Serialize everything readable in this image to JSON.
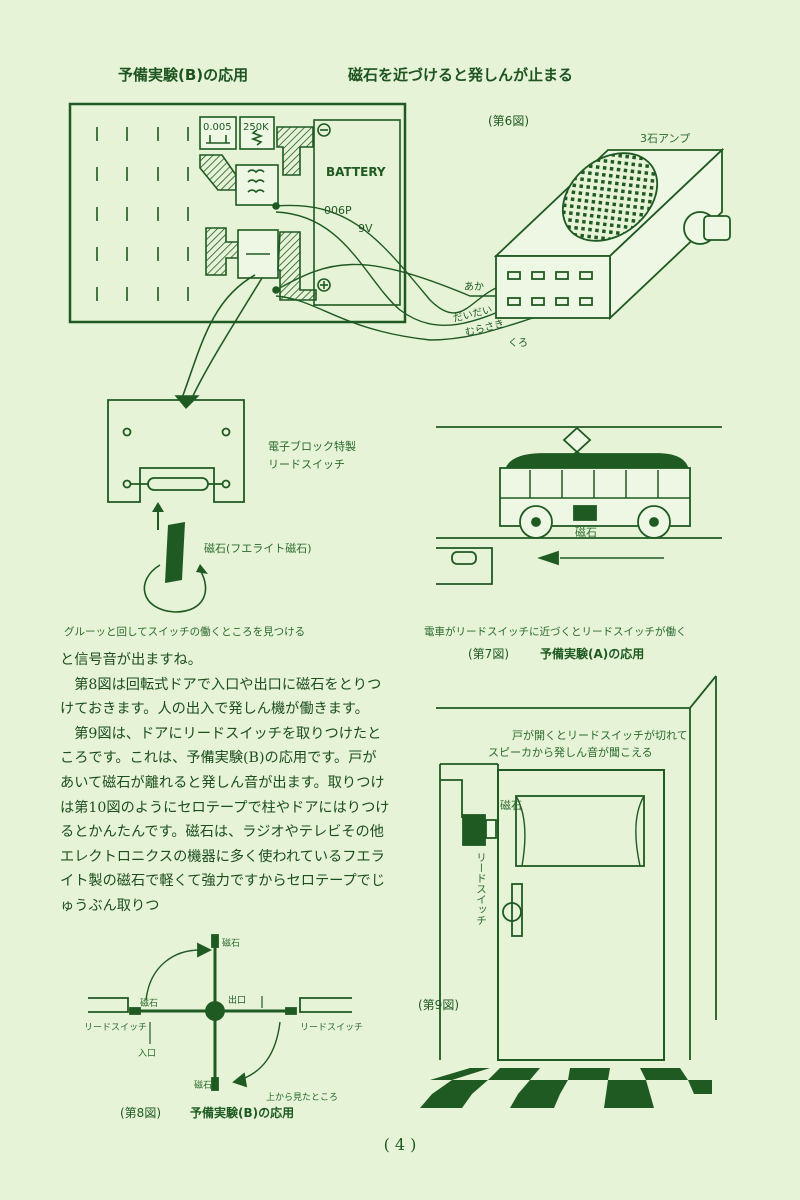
{
  "header": {
    "left_title": "予備実験(B)の応用",
    "right_title": "磁石を近づけると発しんが止まる"
  },
  "fig6": {
    "label": "(第6図)",
    "amp_label": "3石アンプ",
    "capacitor": "0.005",
    "resistor": "250K",
    "battery_name": "BATTERY",
    "battery_model": "006P",
    "battery_voltage": "9V",
    "wire_colors": [
      "あか",
      "だいだい",
      "むらさき",
      "くろ"
    ]
  },
  "reed_panel": {
    "label_line1": "電子ブロック特製",
    "label_line2": "リードスイッチ",
    "magnet_label": "磁石(フエライト磁石)",
    "caption": "グルーッと回してスイッチの働くところを見つける"
  },
  "fig7": {
    "magnet_label": "磁石",
    "caption": "電車がリードスイッチに近づくとリードスイッチが働く",
    "label": "(第7図)",
    "title": "予備実験(A)の応用"
  },
  "body": {
    "p1": "と信号音が出ますね。",
    "p2": "第8図は回転式ドアで入口や出口に磁石をとりつけておきます。人の出入で発しん機が働きます。",
    "p3": "第9図は、ドアにリードスイッチを取りつけたところです。これは、予備実験(B)の応用です。戸があいて磁石が離れると発しん音が出ます。取りつけは第10図のようにセロテープで柱やドアにはりつけるとかんたんです。磁石は、ラジオやテレビその他エレクトロニクスの機器に多く使われているフエライト製の磁石で軽くて強力ですからセロテープでじゅうぶん取りつ"
  },
  "fig9": {
    "note_line1": "戸が開くとリードスイッチが切れて",
    "note_line2": "スピーカから発しん音が聞こえる",
    "magnet_label": "磁石",
    "reed_label": "リードスイッチ",
    "label": "(第9図)"
  },
  "fig8": {
    "magnet_top": "磁石",
    "magnet_left": "磁石",
    "magnet_bottom": "磁石",
    "exit": "出口",
    "entrance": "入口",
    "reed_left": "リードスイッチ",
    "reed_right": "リードスイッチ",
    "view_note": "上から見たところ",
    "label": "(第8図)",
    "title": "予備実験(B)の応用"
  },
  "page_number": "( 4 )"
}
